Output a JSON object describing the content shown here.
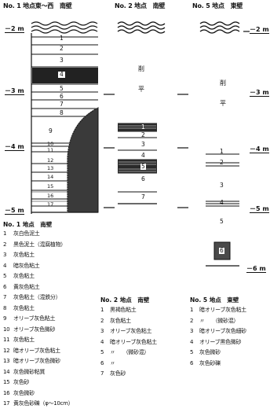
{
  "titles": {
    "s1": "No. 1 地点東～西　南壁",
    "s2": "No. 2 地点　南壁",
    "s5": "No. 5 地点　東壁"
  },
  "elevations": {
    "m2": "－2 m",
    "m3": "－3 m",
    "m4": "－4 m",
    "m5": "－5 m",
    "m6": "－6 m",
    "r2": "－2 m",
    "r3": "－3 m",
    "r4": "－4 m",
    "r5": "－5 m"
  },
  "section1_layers": [
    "1",
    "2",
    "3",
    "4",
    "5",
    "6",
    "7",
    "8",
    "9",
    "10",
    "11",
    "12",
    "13",
    "14",
    "15",
    "16",
    "17"
  ],
  "section2_layers": [
    "1",
    "2",
    "3",
    "4",
    "5",
    "6",
    "7"
  ],
  "section5_layers": [
    "1",
    "2",
    "3",
    "4",
    "5",
    "6"
  ],
  "disturbed_label": [
    "削",
    "平"
  ],
  "legends": {
    "s1": {
      "heading": "No. 1 地点　南壁",
      "items": [
        {
          "n": "1",
          "t": "灰白色泥土"
        },
        {
          "n": "2",
          "t": "黒色泥土（混腐植物）"
        },
        {
          "n": "3",
          "t": "灰色粘土"
        },
        {
          "n": "4",
          "t": "暗灰色粘土"
        },
        {
          "n": "5",
          "t": "灰色粘土"
        },
        {
          "n": "6",
          "t": "黄灰色粘土"
        },
        {
          "n": "7",
          "t": "灰色粘土（混鉄分）"
        },
        {
          "n": "8",
          "t": "灰色粘土"
        },
        {
          "n": "9",
          "t": "オリーブ灰色粘土"
        },
        {
          "n": "10",
          "t": "オリーブ灰色微砂"
        },
        {
          "n": "11",
          "t": "灰色粘土"
        },
        {
          "n": "12",
          "t": "暗オリーブ灰色粘土"
        },
        {
          "n": "13",
          "t": "暗オリーブ灰色微砂"
        },
        {
          "n": "14",
          "t": "灰色微砂粘質"
        },
        {
          "n": "15",
          "t": "灰色砂"
        },
        {
          "n": "16",
          "t": "灰色微砂"
        },
        {
          "n": "17",
          "t": "黄灰色砂礫（φ～10cm）"
        }
      ]
    },
    "s2": {
      "heading": "No. 2 地点　南壁",
      "items": [
        {
          "n": "1",
          "t": "黒褐色粘土"
        },
        {
          "n": "2",
          "t": "灰色粘土"
        },
        {
          "n": "3",
          "t": "オリーブ灰色粘土"
        },
        {
          "n": "4",
          "t": "暗オリーブ灰色粘土"
        },
        {
          "n": "5",
          "t": "〃　　（微砂混）"
        },
        {
          "n": "6",
          "t": "〃"
        },
        {
          "n": "7",
          "t": "灰色砂"
        }
      ]
    },
    "s5": {
      "heading": "No. 5 地点　東壁",
      "items": [
        {
          "n": "1",
          "t": "暗オリーブ灰色粘土"
        },
        {
          "n": "2",
          "t": "〃　　（微砂混）"
        },
        {
          "n": "3",
          "t": "暗オリーブ灰色細砂"
        },
        {
          "n": "4",
          "t": "オリーブ黒色微砂"
        },
        {
          "n": "5",
          "t": "灰色微砂"
        },
        {
          "n": "6",
          "t": "灰色砂礫"
        }
      ]
    }
  }
}
